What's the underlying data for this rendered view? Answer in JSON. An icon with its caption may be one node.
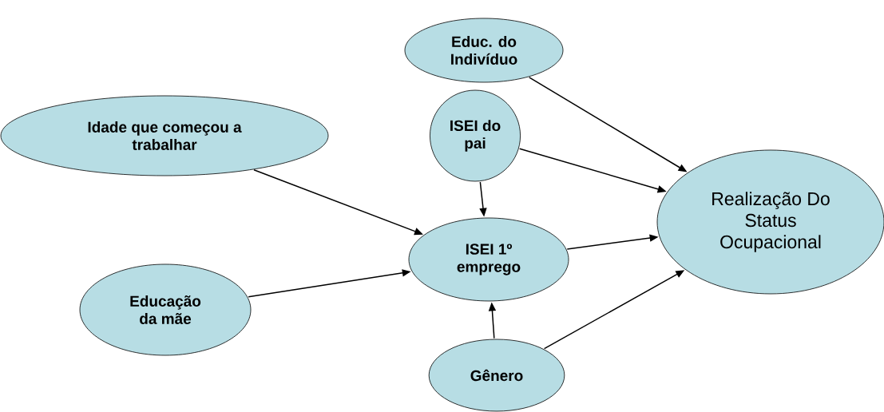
{
  "diagram": {
    "nodes": [
      {
        "text": [
          "Educ. do Indivíduo"
        ]
      },
      {
        "text": [
          "Idade que começou a trabalhar"
        ]
      },
      {
        "text": [
          "ISEI do pai"
        ]
      },
      {
        "text": [
          "Realização Do Status Ocupacional"
        ]
      },
      {
        "text": [
          "ISEI 1º emprego"
        ]
      },
      {
        "text": [
          "Educação da mãe"
        ]
      },
      {
        "text": [
          "Gênero"
        ]
      }
    ],
    "edges": [
      {
        "from": 0,
        "to": 3,
        "arrow": "to"
      },
      {
        "from": 2,
        "to": 3,
        "arrow": "to"
      },
      {
        "from": 4,
        "to": 3,
        "arrow": "to"
      },
      {
        "from": 6,
        "to": 3,
        "arrow": "to"
      },
      {
        "from": 1,
        "to": 4,
        "arrow": "to"
      },
      {
        "from": 5,
        "to": 4,
        "arrow": "to"
      },
      {
        "from": 2,
        "to": 4,
        "arrow": "to"
      },
      {
        "from": 6,
        "to": 4,
        "arrow": "to"
      }
    ]
  }
}
